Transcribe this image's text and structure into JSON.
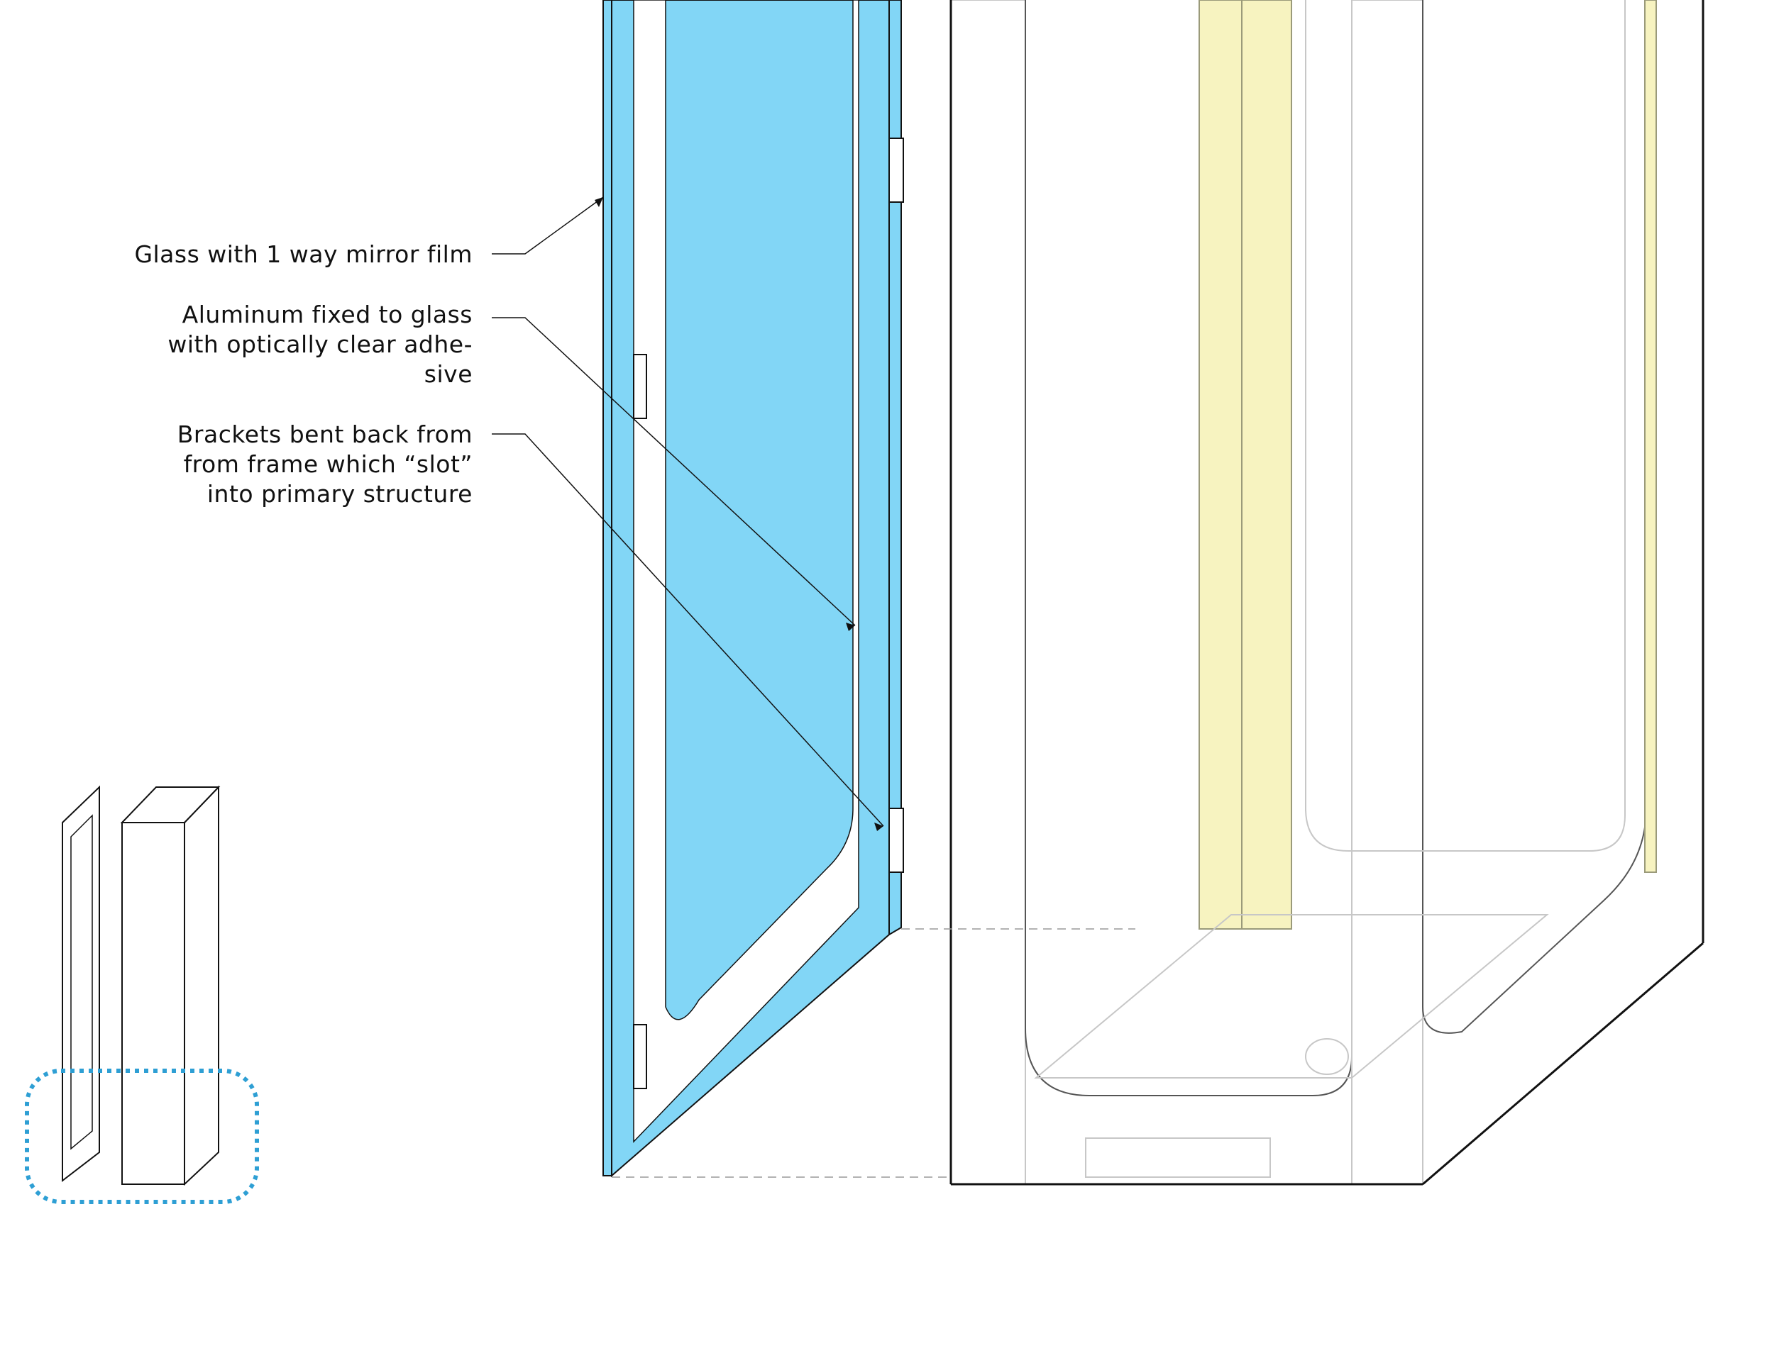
{
  "callouts": [
    {
      "id": "glass",
      "lines": [
        "Glass with 1 way mirror film"
      ]
    },
    {
      "id": "aluminum",
      "lines": [
        "Aluminum fixed to glass",
        "with optically clear adhe-",
        "sive"
      ]
    },
    {
      "id": "brackets",
      "lines": [
        "Brackets bent back from",
        "from frame which “slot”",
        "into primary structure"
      ]
    }
  ],
  "colors": {
    "glass": "#82d6f6",
    "yellow": "#f7f3c0",
    "highlight": "#2e9fd4",
    "line": "#111111",
    "ghost": "#c7c7c7"
  }
}
